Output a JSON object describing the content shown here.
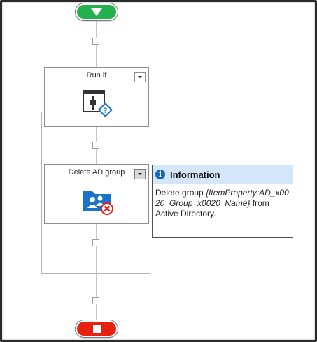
{
  "workflow": {
    "start_icon": "play-down-triangle-icon",
    "end_icon": "stop-square-icon",
    "actions": [
      {
        "title": "Run if",
        "icon": "run-if-condition-icon"
      },
      {
        "title": "Delete AD group",
        "icon": "delete-ad-group-icon"
      }
    ]
  },
  "info": {
    "icon": "information-icon",
    "icon_glyph": "i",
    "title": "Information",
    "text_prefix": "Delete group ",
    "text_property": "{ItemProperty:AD_x0020_Group_x0020_Name}",
    "text_suffix": " from Active Directory."
  },
  "colors": {
    "start": "#22b14c",
    "end": "#e8200f",
    "folder": "#1a73c9",
    "delete_badge": "#e32119",
    "info_header": "#d4e6fa"
  }
}
